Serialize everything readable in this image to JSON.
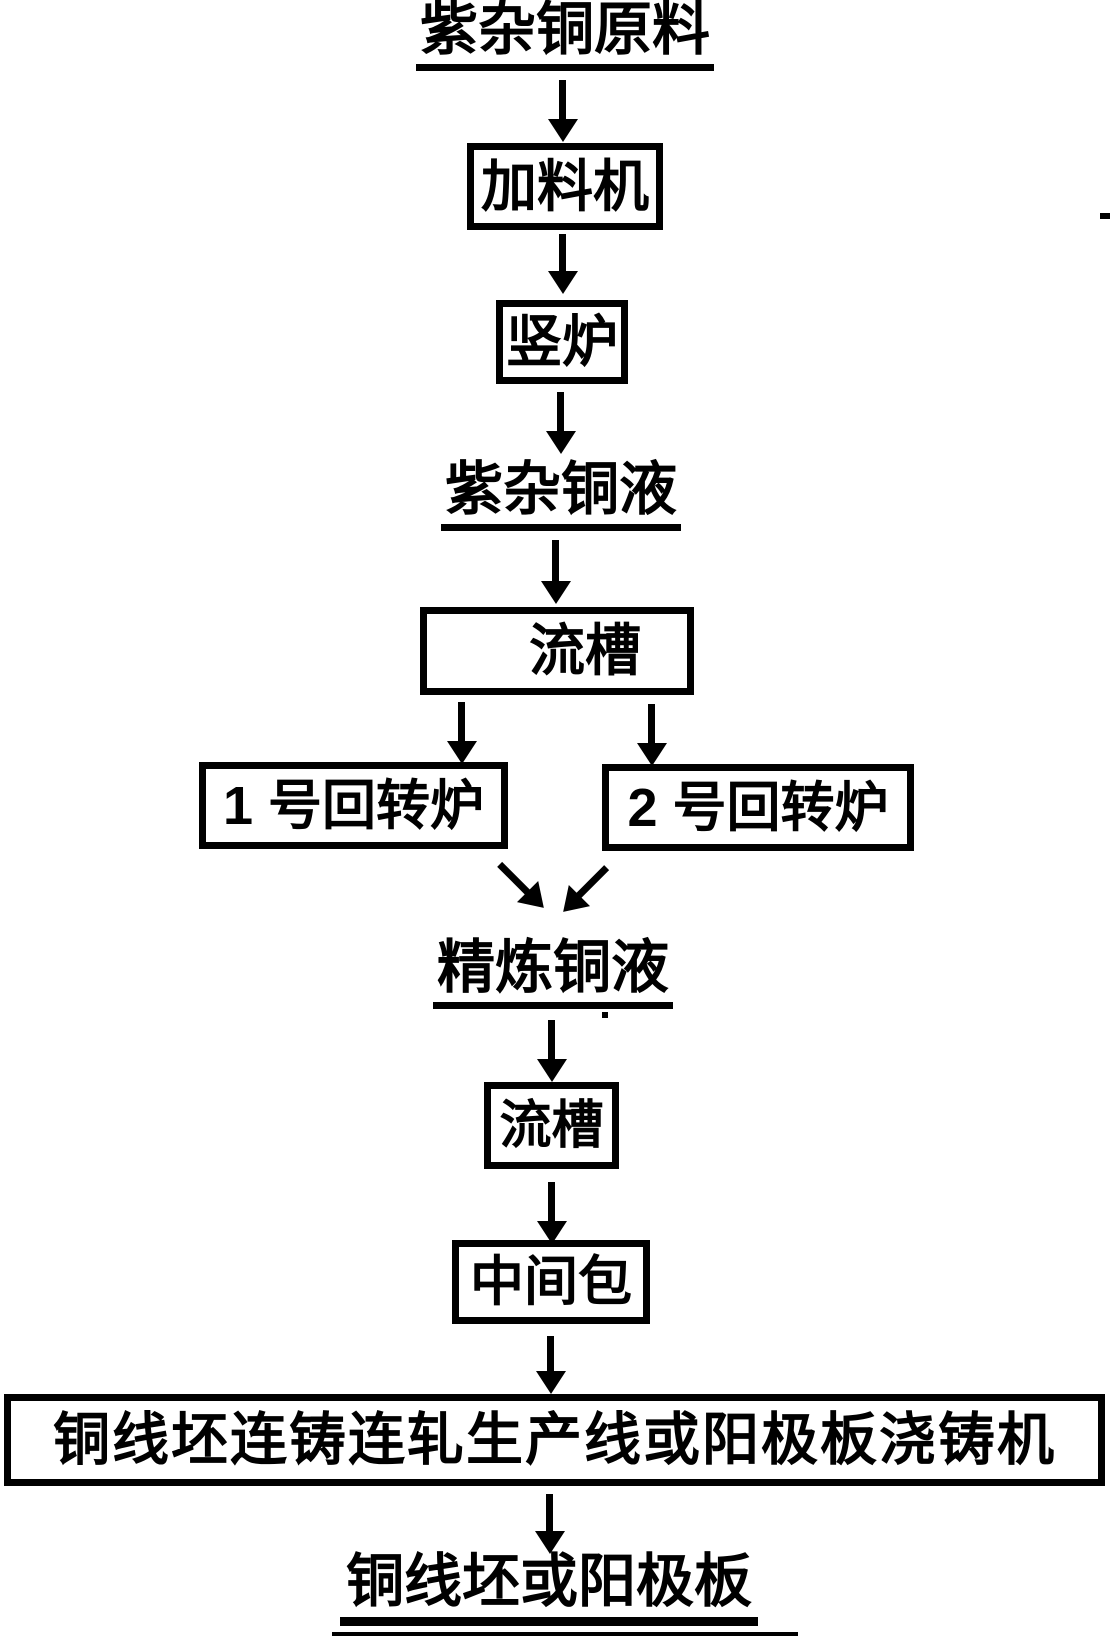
{
  "diagram": {
    "type": "flowchart",
    "colors": {
      "ink": "#000000",
      "background": "#ffffff"
    },
    "nodes": {
      "raw_material": "紫杂铜原料",
      "feeder": "加料机",
      "shaft_furnace": "竖炉",
      "crude_copper_liquid": "紫杂铜液",
      "launder_1": "流槽",
      "rotary_furnace_1": "1 号回转炉",
      "rotary_furnace_2": "2 号回转炉",
      "refined_copper_liquid": "精炼铜液",
      "launder_2": "流槽",
      "tundish": "中间包",
      "casting_line": "铜线坯连铸连轧生产线或阳极板浇铸机",
      "final_product": "铜线坯或阳极板"
    }
  }
}
